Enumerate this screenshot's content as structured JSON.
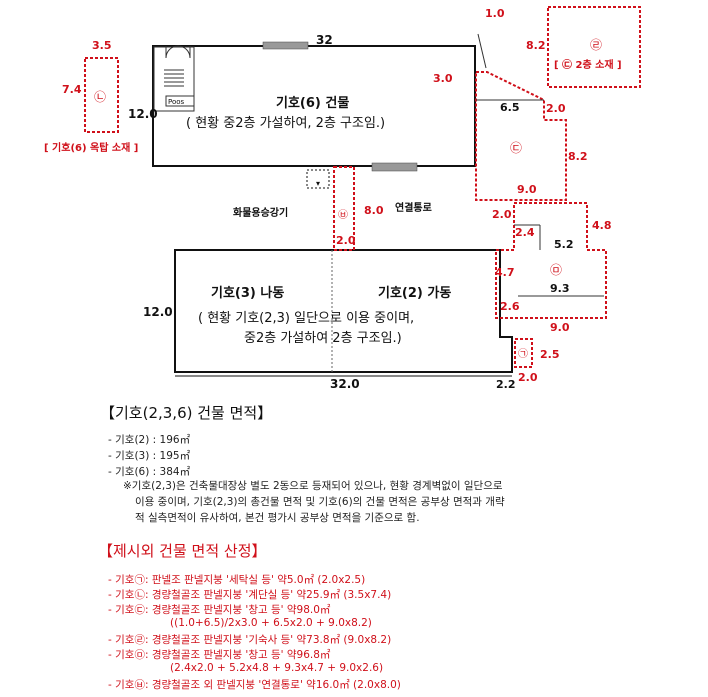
{
  "plan": {
    "building6": {
      "title": "기호(6) 건물",
      "subtitle": "( 현황 중2층 가설하여, 2층 구조임.)"
    },
    "building23": {
      "title_left": "기호(3) 나동",
      "title_right": "기호(2) 가동",
      "subtitle_line1": "( 현황 기호(2,3) 일단으로 이용 중이며,",
      "subtitle_line2": "중2층 가설하여 2층 구조임.)"
    },
    "labels": {
      "freight_elevator": "화물용승강기",
      "connection_passage": "연결통로",
      "rooftop_note": "[ 기호(6) 옥탑 소재 ]",
      "second_floor_note": "[ ㉢ 2층 소재 ]",
      "stairs_room": "Poos"
    },
    "marks": {
      "a": "㉠",
      "b": "㉡",
      "c": "㉢",
      "d": "㉣",
      "e": "㉤",
      "f": "㉥"
    },
    "dims_black": {
      "b6_top": "32",
      "b6_left": "12.0",
      "b23_left": "12.0",
      "b23_bottom": "32.0",
      "b23_bottom_small": "2.2"
    },
    "dims_red": {
      "d1_0": "1.0",
      "d3_0": "3.0",
      "d6_5": "6.5",
      "d2_0_a": "2.0",
      "d8_2_c": "8.2",
      "d9_0_a": "9.0",
      "d2_0_b": "2.0",
      "d2_4": "2.4",
      "d4_8": "4.8",
      "d5_2": "5.2",
      "d4_7": "4.7",
      "d9_3": "9.3",
      "d2_6": "2.6",
      "d9_0_b": "9.0",
      "d2_5": "2.5",
      "d2_0_c": "2.0",
      "d3_5": "3.5",
      "d7_4": "7.4",
      "d8_2_d": "8.2",
      "d8_0": "8.0",
      "d2_0_f": "2.0"
    }
  },
  "area_section": {
    "title": "【기호(2,3,6) 건물 면적】",
    "items": [
      "- 기호(2) : 196㎡",
      "- 기호(3) : 195㎡",
      "- 기호(6) : 384㎡"
    ],
    "note_lines": [
      "※기호(2,3)은 건축물대장상 별도 2동으로 등재되어 있으나, 현황 경계벽없이 일단으로",
      "이용 중이며, 기호(2,3)의 총건물 면적 및 기호(6)의 건물 면적은 공부상 면적과 개략",
      "적 실측면적이 유사하여, 본건 평가시 공부상 면적을 기준으로 함."
    ]
  },
  "extra_section": {
    "title": "【제시외 건물 면적 산정】",
    "lines": [
      "- 기호㉠: 판넬조 판넬지붕 '세탁실 등' 약5.0㎡ (2.0x2.5)",
      "- 기호㉡: 경량철골조 판넬지붕 '계단실 등' 약25.9㎡ (3.5x7.4)",
      "- 기호㉢: 경량철골조 판넬지붕 '창고 등' 약98.0㎡",
      "((1.0+6.5)/2x3.0 + 6.5x2.0 + 9.0x8.2)",
      "- 기호㉣: 경량철골조 판넬지붕 '기숙사 등' 약73.8㎡ (9.0x8.2)",
      "- 기호㉤: 경량철골조 판넬지붕 '창고 등' 약96.8㎡",
      "(2.4x2.0 + 5.2x4.8 + 9.3x4.7 + 9.0x2.6)",
      "- 기호㉥: 경량철골조 외 판넬지붕 '연결통로' 약16.0㎡ (2.0x8.0)"
    ]
  }
}
